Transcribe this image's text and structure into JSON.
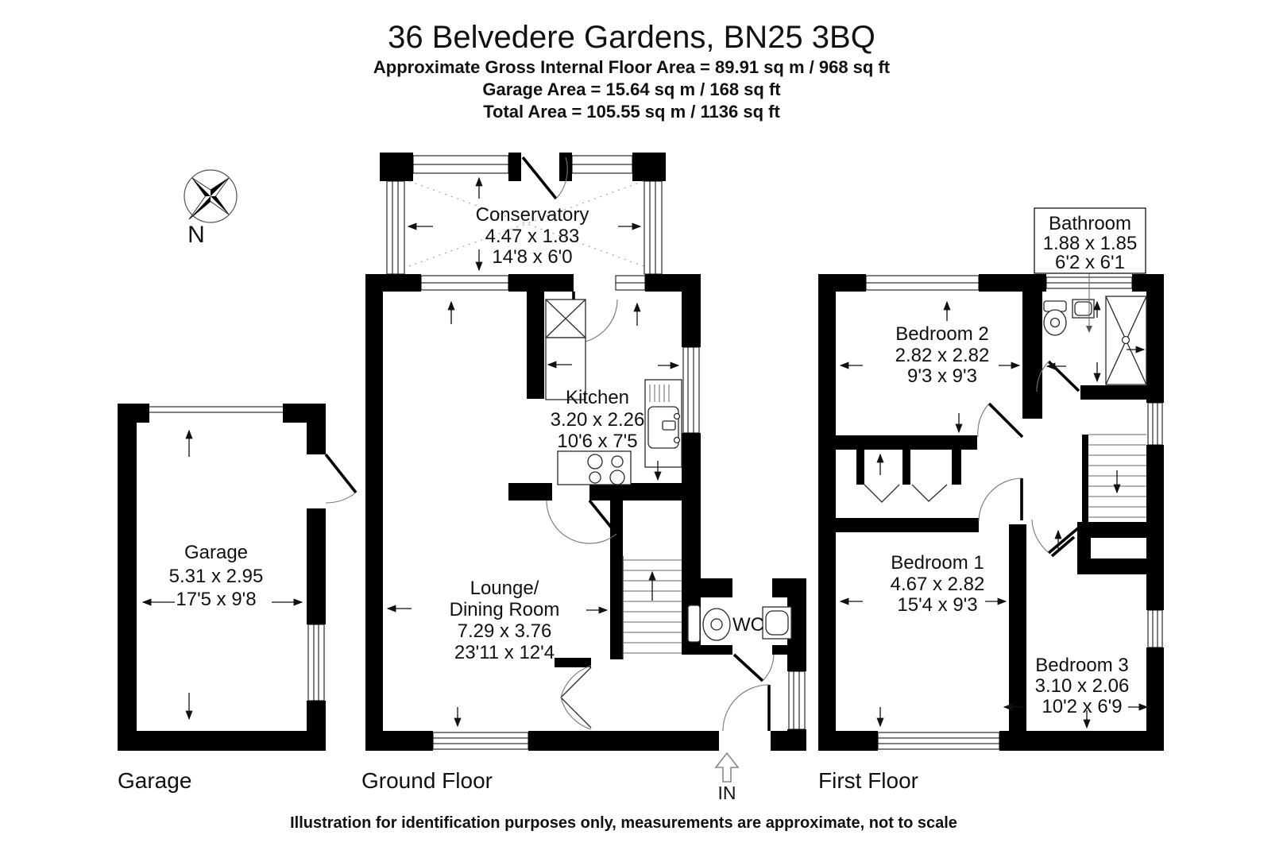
{
  "header": {
    "title": "36 Belvedere Gardens, BN25 3BQ",
    "line1": "Approximate Gross Internal Floor Area = 89.91 sq m / 968 sq ft",
    "line2": "Garage Area = 15.64 sq m / 168 sq ft",
    "line3": "Total Area = 105.55 sq m / 1136 sq ft"
  },
  "compass": {
    "north": "N",
    "icon": "compass-rose-icon"
  },
  "rooms": {
    "garage": {
      "name": "Garage",
      "metric": "5.31 x 2.95",
      "imperial": "17'5 x 9'8"
    },
    "conservatory": {
      "name": "Conservatory",
      "metric": "4.47 x 1.83",
      "imperial": "14'8 x 6'0"
    },
    "kitchen": {
      "name": "Kitchen",
      "metric": "3.20 x 2.26",
      "imperial": "10'6 x 7'5"
    },
    "lounge": {
      "name1": "Lounge/",
      "name2": "Dining Room",
      "metric": "7.29 x 3.76",
      "imperial": "23'11 x 12'4"
    },
    "wc": {
      "name": "WC"
    },
    "bathroom": {
      "name": "Bathroom",
      "metric": "1.88 x 1.85",
      "imperial": "6'2 x 6'1"
    },
    "bedroom1": {
      "name": "Bedroom 1",
      "metric": "4.67 x 2.82",
      "imperial": "15'4 x 9'3"
    },
    "bedroom2": {
      "name": "Bedroom 2",
      "metric": "2.82 x 2.82",
      "imperial": "9'3 x 9'3"
    },
    "bedroom3": {
      "name": "Bedroom 3",
      "metric": "3.10 x 2.06",
      "imperial": "10'2 x 6'9"
    }
  },
  "entrance": {
    "label": "IN",
    "icon": "entry-arrow-icon"
  },
  "floor_labels": {
    "garage": "Garage",
    "ground": "Ground Floor",
    "first": "First Floor"
  },
  "footer": {
    "disclaimer": "Illustration for identification purposes only, measurements are approximate, not to scale"
  },
  "icons": {
    "toilet": "toilet-icon",
    "sink": "sink-icon",
    "bath": "bathtub-icon",
    "hob": "hob-icon",
    "kitchen_sink": "kitchen-sink-icon",
    "stairs": "stairs-icon",
    "wardrobe": "wardrobe-icon"
  },
  "colors": {
    "wall": "#000000",
    "background": "#ffffff",
    "glazing_dotted": "#a8a8a8"
  }
}
